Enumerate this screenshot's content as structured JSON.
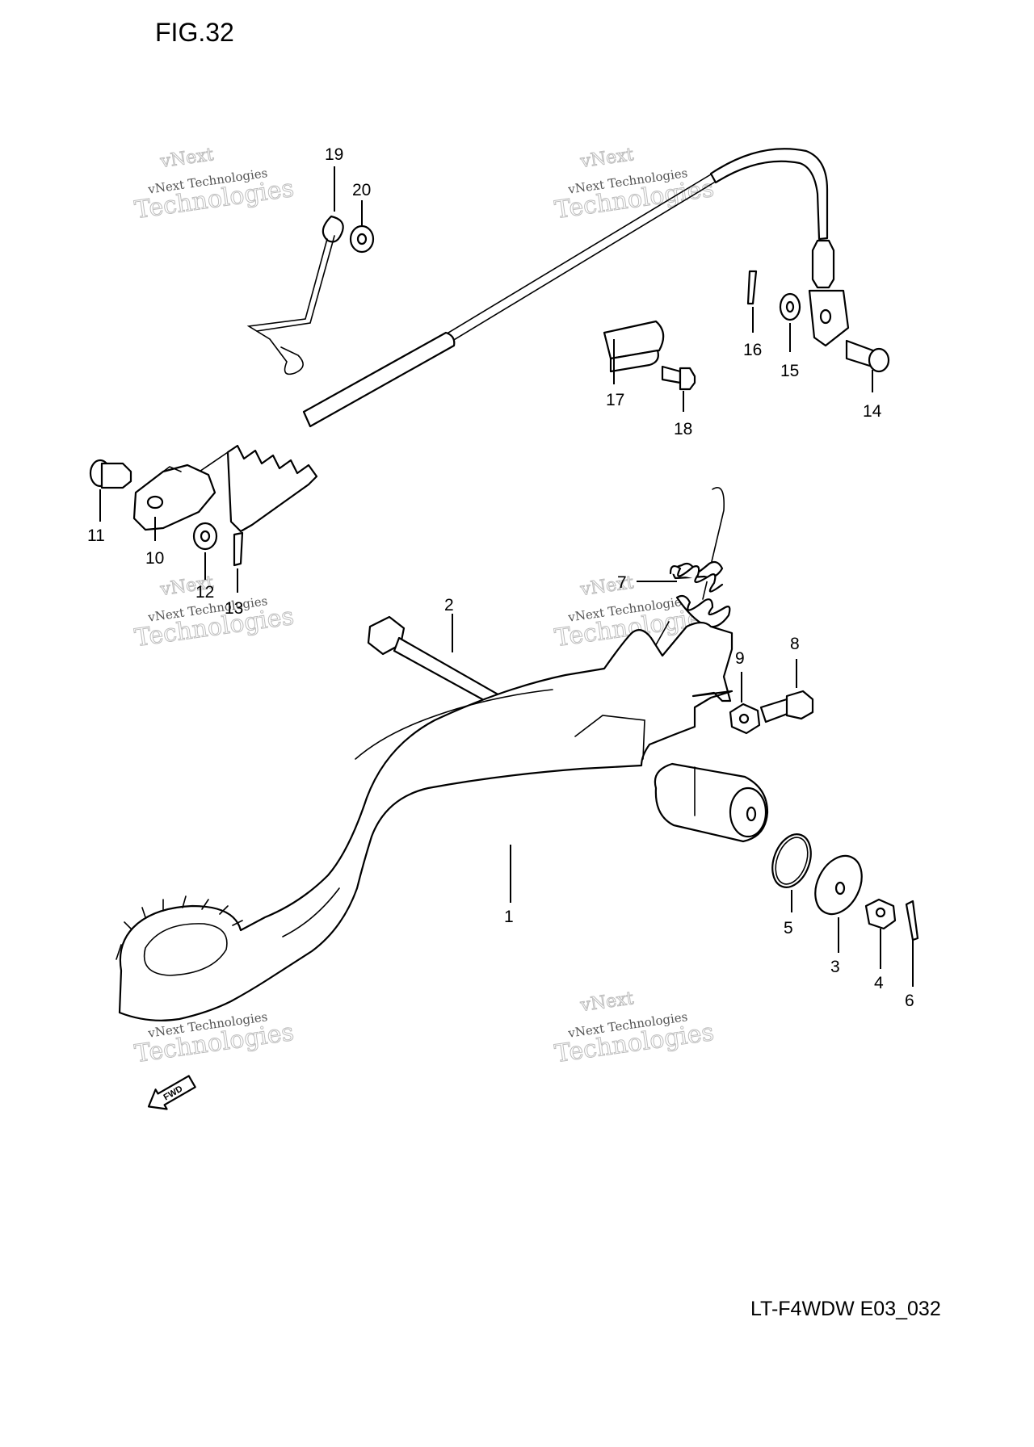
{
  "figure": {
    "title": "FIG.32",
    "model_code": "LT-F4WDW E03_032"
  },
  "fwd_label": "FWD",
  "watermark": {
    "line1": "vNext",
    "line2": "vNext Technologies",
    "line3": "Technologies"
  },
  "callouts": [
    {
      "id": "1",
      "label": "1"
    },
    {
      "id": "2",
      "label": "2"
    },
    {
      "id": "3",
      "label": "3"
    },
    {
      "id": "4",
      "label": "4"
    },
    {
      "id": "5",
      "label": "5"
    },
    {
      "id": "6",
      "label": "6"
    },
    {
      "id": "7",
      "label": "7"
    },
    {
      "id": "8",
      "label": "8"
    },
    {
      "id": "9",
      "label": "9"
    },
    {
      "id": "10",
      "label": "10"
    },
    {
      "id": "11",
      "label": "11"
    },
    {
      "id": "12",
      "label": "12"
    },
    {
      "id": "13",
      "label": "13"
    },
    {
      "id": "14",
      "label": "14"
    },
    {
      "id": "15",
      "label": "15"
    },
    {
      "id": "16",
      "label": "16"
    },
    {
      "id": "17",
      "label": "17"
    },
    {
      "id": "18",
      "label": "18"
    },
    {
      "id": "19",
      "label": "19"
    },
    {
      "id": "20",
      "label": "20"
    }
  ]
}
